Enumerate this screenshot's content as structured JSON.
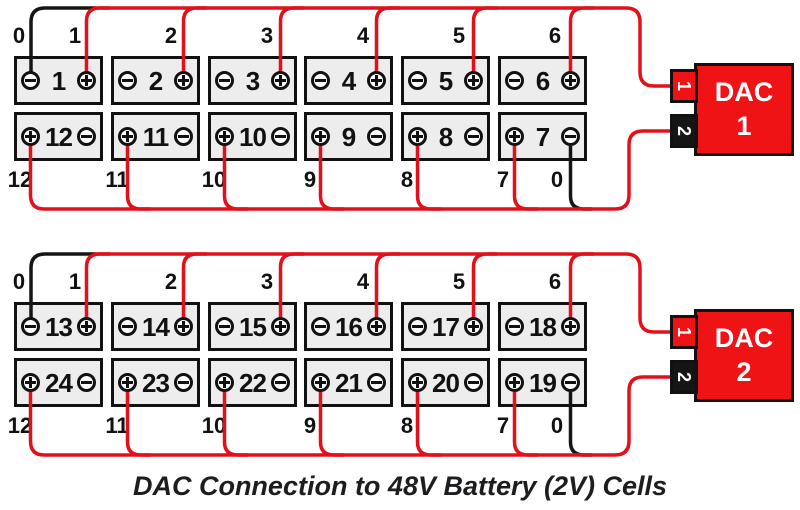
{
  "caption": "DAC Connection to 48V Battery (2V) Cells",
  "colors": {
    "wire-red": "#e2101b",
    "wire-black": "#151515",
    "dac-red": "#f01316",
    "ink": "#111111",
    "cell-fill": "#ededed",
    "caption-color": "#1d1d20"
  },
  "banks": [
    {
      "name": "bank-1",
      "top_node_labels": [
        "0",
        "1",
        "2",
        "3",
        "4",
        "5",
        "6"
      ],
      "bottom_node_labels": [
        "12",
        "11",
        "10",
        "9",
        "8",
        "7",
        "0"
      ],
      "top_cells": [
        {
          "label": "1",
          "left_terminal": "minus",
          "right_terminal": "plus"
        },
        {
          "label": "2",
          "left_terminal": "minus",
          "right_terminal": "plus"
        },
        {
          "label": "3",
          "left_terminal": "minus",
          "right_terminal": "plus"
        },
        {
          "label": "4",
          "left_terminal": "minus",
          "right_terminal": "plus"
        },
        {
          "label": "5",
          "left_terminal": "minus",
          "right_terminal": "plus"
        },
        {
          "label": "6",
          "left_terminal": "minus",
          "right_terminal": "plus"
        }
      ],
      "bottom_cells": [
        {
          "label": "12",
          "left_terminal": "plus",
          "right_terminal": "minus"
        },
        {
          "label": "11",
          "left_terminal": "plus",
          "right_terminal": "minus"
        },
        {
          "label": "10",
          "left_terminal": "plus",
          "right_terminal": "minus"
        },
        {
          "label": "9",
          "left_terminal": "plus",
          "right_terminal": "minus"
        },
        {
          "label": "8",
          "left_terminal": "plus",
          "right_terminal": "minus"
        },
        {
          "label": "7",
          "left_terminal": "plus",
          "right_terminal": "minus"
        }
      ],
      "dac": {
        "name": "DAC",
        "number": "1",
        "connector1": "1",
        "connector2": "2"
      }
    },
    {
      "name": "bank-2",
      "top_node_labels": [
        "0",
        "1",
        "2",
        "3",
        "4",
        "5",
        "6"
      ],
      "bottom_node_labels": [
        "12",
        "11",
        "10",
        "9",
        "8",
        "7",
        "0"
      ],
      "top_cells": [
        {
          "label": "13",
          "left_terminal": "minus",
          "right_terminal": "plus"
        },
        {
          "label": "14",
          "left_terminal": "minus",
          "right_terminal": "plus"
        },
        {
          "label": "15",
          "left_terminal": "minus",
          "right_terminal": "plus"
        },
        {
          "label": "16",
          "left_terminal": "minus",
          "right_terminal": "plus"
        },
        {
          "label": "17",
          "left_terminal": "minus",
          "right_terminal": "plus"
        },
        {
          "label": "18",
          "left_terminal": "minus",
          "right_terminal": "plus"
        }
      ],
      "bottom_cells": [
        {
          "label": "24",
          "left_terminal": "plus",
          "right_terminal": "minus"
        },
        {
          "label": "23",
          "left_terminal": "plus",
          "right_terminal": "minus"
        },
        {
          "label": "22",
          "left_terminal": "plus",
          "right_terminal": "minus"
        },
        {
          "label": "21",
          "left_terminal": "plus",
          "right_terminal": "minus"
        },
        {
          "label": "20",
          "left_terminal": "plus",
          "right_terminal": "minus"
        },
        {
          "label": "19",
          "left_terminal": "plus",
          "right_terminal": "minus"
        }
      ],
      "dac": {
        "name": "DAC",
        "number": "2",
        "connector1": "1",
        "connector2": "2"
      }
    }
  ]
}
